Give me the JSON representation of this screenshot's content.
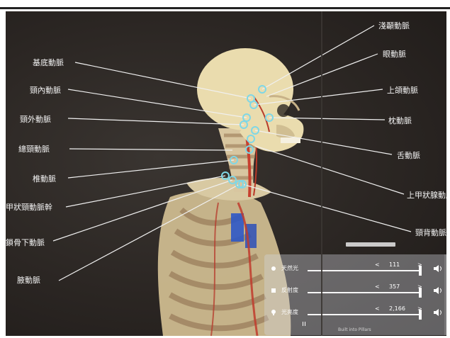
{
  "labels": {
    "left": [
      "基底動脈",
      "頸內動脈",
      "頸外動脈",
      "總頸動脈",
      "椎動脈",
      "甲狀頸動脈幹",
      "鎖骨下動脈",
      "腋動脈"
    ],
    "right": [
      "淺顳動脈",
      "眼動脈",
      "上頜動脈",
      "枕動脈",
      "舌動脈",
      "上甲狀腺動脈",
      "頸背動脈"
    ]
  },
  "panel": {
    "rows": [
      {
        "name": "天然光",
        "value": "111"
      },
      {
        "name": "反射度",
        "value": "357"
      },
      {
        "name": "光亮度",
        "value": "2,166"
      }
    ],
    "footer": "Built into Pillars"
  },
  "icons": {
    "row_icons": [
      "sun-icon",
      "light-icon",
      "bulb-icon"
    ],
    "speaker": "speaker-icon"
  },
  "colors": {
    "background": "#2a2522",
    "label": "#f3f3f3",
    "marker": "#7fd7e6",
    "panel": "#c9ced6"
  }
}
